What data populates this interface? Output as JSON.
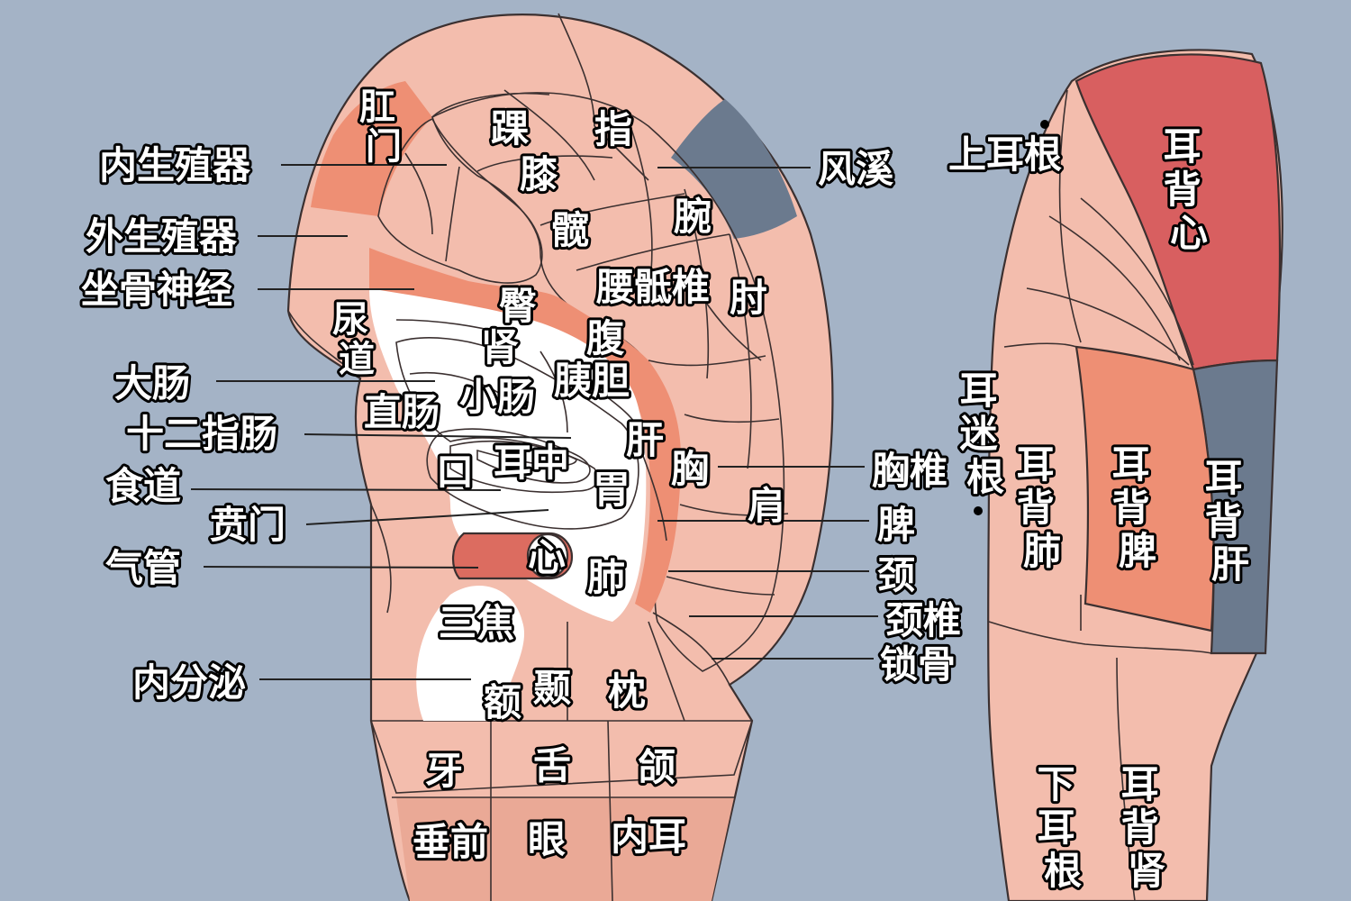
{
  "colors": {
    "background": "#a4b3c6",
    "skin": "#f3bdad",
    "skin_dark": "#e7a594",
    "olive": "#b79c6a",
    "lavender": "#aa9fb2",
    "orange": "#ee8f74",
    "slate": "#6b7a8e",
    "red": "#d85f60",
    "white": "#ffffff"
  },
  "labels": {
    "gangmen": "肛门",
    "neishengzhiqi": "内生殖器",
    "waishengzhiqi": "外生殖器",
    "zuogushenjing": "坐骨神经",
    "huai": "踝",
    "zhi": "指",
    "xi": "膝",
    "kuan": "髋",
    "wan": "腕",
    "fengxi": "风溪",
    "shangergen": "上耳根",
    "erbeixin": "耳背心",
    "niaodao": "尿道",
    "tun": "臀",
    "yaodizhui": "腰骶椎",
    "zhou": "肘",
    "shen": "肾",
    "fu": "腹",
    "dachang": "大肠",
    "xiaochang": "小肠",
    "yidan": "胰胆",
    "zhichang": "直肠",
    "shierzhichang": "十二指肠",
    "gan": "肝",
    "kou": "口",
    "erzhong": "耳中",
    "xiong": "胸",
    "xiongzhui": "胸椎",
    "shidao": "食道",
    "wei": "胃",
    "jian": "肩",
    "benmen": "贲门",
    "pi": "脾",
    "xin": "心",
    "qiguan": "气管",
    "fei": "肺",
    "jing": "颈",
    "jingzhui": "颈椎",
    "sanjiao": "三焦",
    "suogu": "锁骨",
    "neifenmi": "内分泌",
    "nie": "颞",
    "zhen": "枕",
    "e": "额",
    "ya": "牙",
    "she": "舌",
    "he": "颌",
    "chuiqian": "垂前",
    "yan": "眼",
    "neier": "内耳",
    "ermigen": "耳迷根",
    "erbeifei": "耳背肺",
    "erbeipi": "耳背脾",
    "erbeigan": "耳背肝",
    "xiaergen": "下耳根",
    "erbeishen": "耳背肾"
  }
}
